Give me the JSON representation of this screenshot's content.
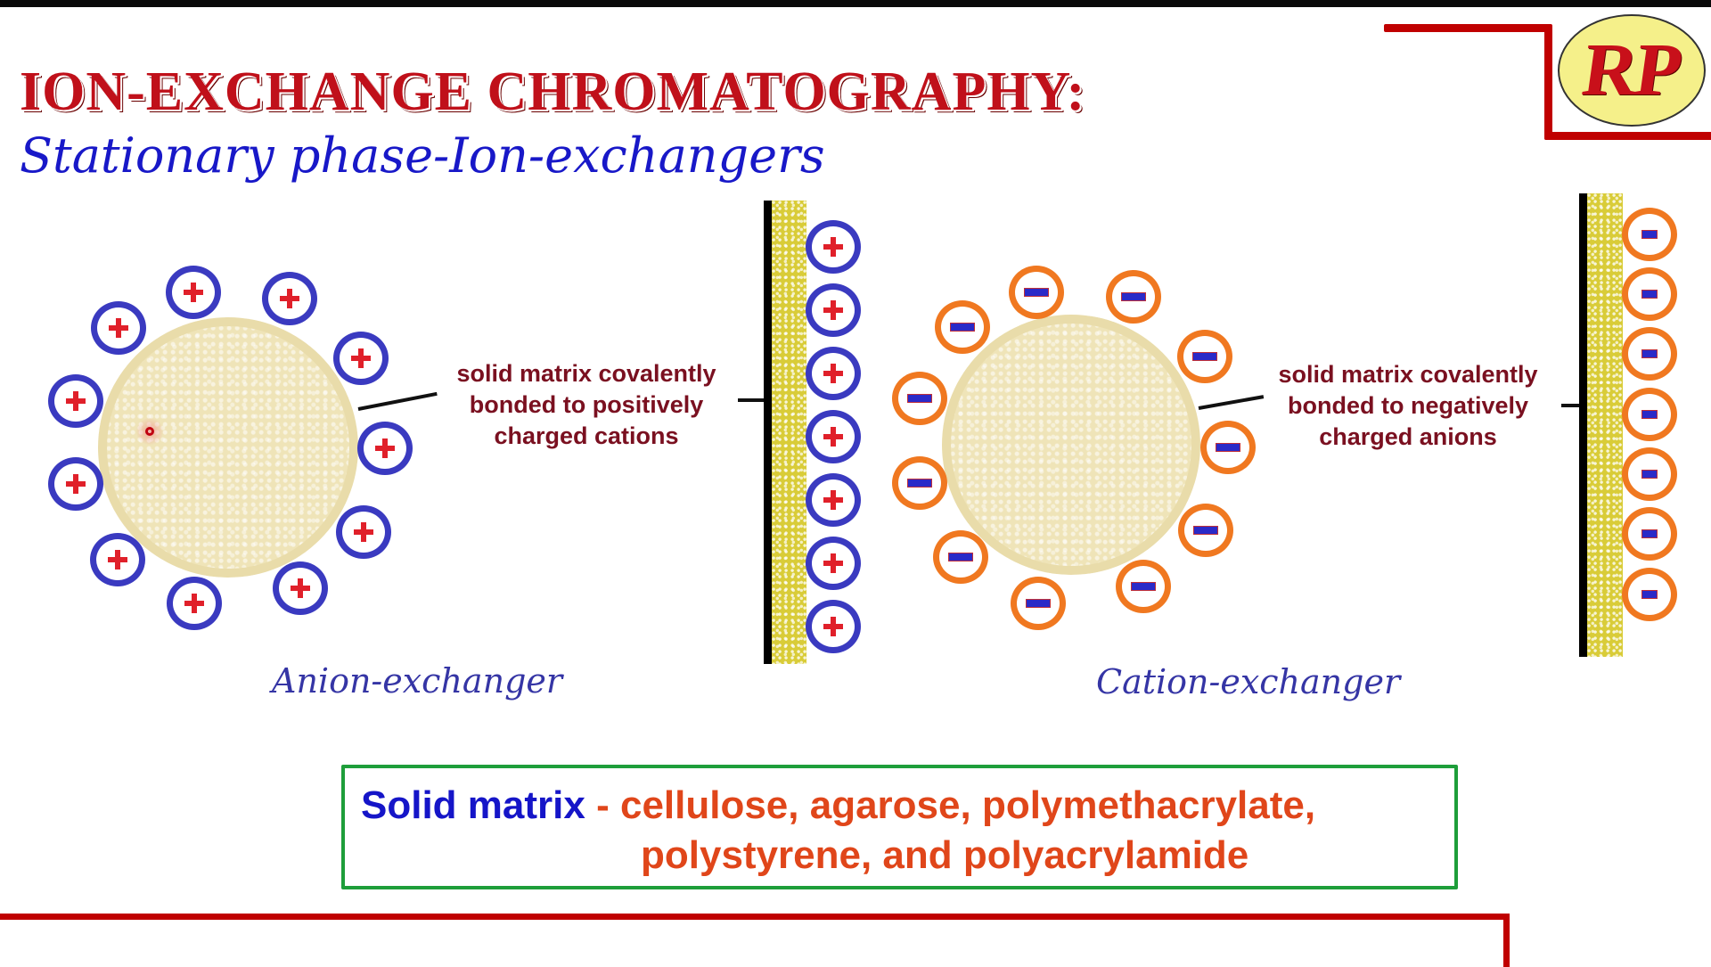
{
  "header": {
    "title": "ION-EXCHANGE CHROMATOGRAPHY:",
    "subtitle": "Stationary phase-Ion-exchangers",
    "logo_text": "RP"
  },
  "anion_exchanger": {
    "caption": "Anion-exchanger",
    "annotation": [
      "solid matrix covalently",
      "bonded to positively",
      "charged cations"
    ],
    "ion_charge_symbol": "+",
    "ion_ring_color": "#3a3ac0",
    "charge_color": "#e0202a",
    "bead_ion_count": 11,
    "strip_ion_count": 7
  },
  "cation_exchanger": {
    "caption": "Cation-exchanger",
    "annotation": [
      "solid matrix covalently",
      "bonded to negatively",
      "charged anions"
    ],
    "ion_charge_symbol": "-",
    "ion_ring_color": "#f07820",
    "charge_color": "#2a2ac8",
    "bead_ion_count": 11,
    "strip_ion_count": 7
  },
  "solid_matrix_box": {
    "label": "Solid matrix",
    "separator": "-",
    "values_line1": "cellulose, agarose, polymethacrylate,",
    "values_line2": "polystyrene, and polyacrylamide",
    "border_color": "#1e9e3a",
    "label_color": "#1515c8",
    "values_color": "#e0461a"
  },
  "colors": {
    "accent_red": "#c00000",
    "title_red": "#c0101a",
    "subtitle_blue": "#1818c8",
    "annotation_maroon": "#7a1020",
    "bead_fill": "#efe4b8",
    "strip_fill": "#d9cc38"
  }
}
